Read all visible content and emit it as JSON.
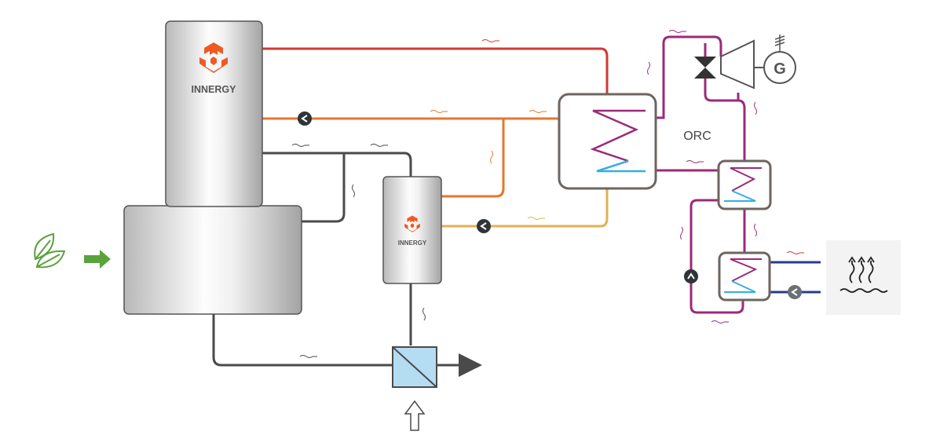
{
  "main_unit": {
    "brand": "INNERGY"
  },
  "secondary_unit": {
    "brand": "INNERGY"
  },
  "orc": {
    "label": "ORC"
  },
  "generator": {
    "label": "G"
  },
  "colors": {
    "hot_loop": "#cf3a36",
    "orange_loop": "#e8762c",
    "yellow_loop": "#e2b053",
    "flue_gas": "#4a4a4a",
    "orc_loop": "#9b2a7a",
    "heat_user": "#2a3a8c",
    "coil_hot": "#9b2a7a",
    "coil_cold": "#36aee0",
    "filter_fill": "#b5ddf2",
    "biomass_green": "#5aa33c",
    "logo_orange": "#ee5a24",
    "equipment_frame": "#6d6560"
  },
  "icons": {
    "fuel": "leaf-icon",
    "fuel_arrow": "green-arrow-right-icon",
    "air_inlet": "up-arrow-outline-icon",
    "heat_output": "heat-waves-icon",
    "pump": "pump-icon",
    "valve": "valve-icon",
    "turbine": "turbine-icon",
    "grid": "power-line-icon"
  }
}
